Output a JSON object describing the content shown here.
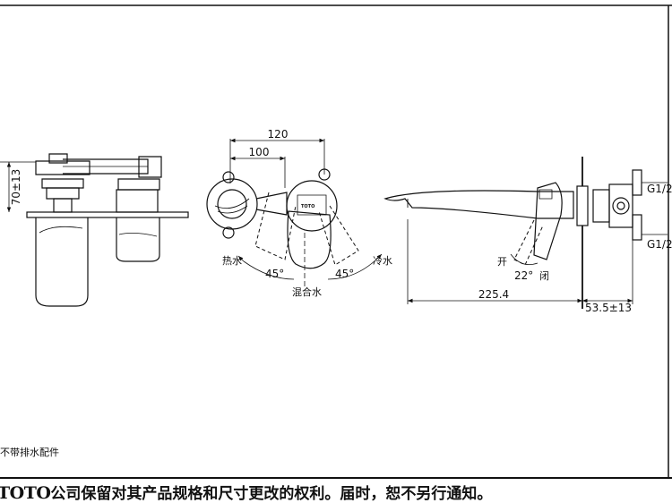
{
  "dimensions": {
    "left_height": "70±13",
    "top_width_outer": "120",
    "top_width_inner": "100",
    "spout_length": "225.4",
    "wall_depth": "53.5±13",
    "thread_top": "G1/2",
    "thread_bottom": "G1/2",
    "angle_left": "45°",
    "angle_right": "45°",
    "handle_angle": "22°"
  },
  "labels": {
    "hot_water": "热水",
    "cold_water": "冷水",
    "mixed_water": "混合水",
    "open": "开",
    "close": "闭",
    "handle_mark": "TOTO"
  },
  "note": "不带排水配件",
  "footer": {
    "brand": "TOTO",
    "text": "公司保留对其产品规格和尺寸更改的权利。届时，恕不另行通知。"
  }
}
